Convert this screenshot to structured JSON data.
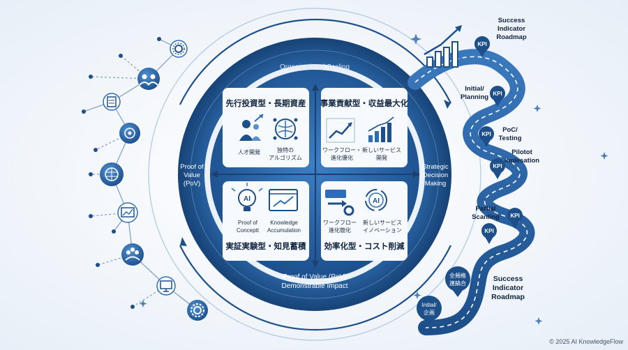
{
  "center": {
    "orbit_top": "Organizational Scaling",
    "orbit_bottom_line1": "Proof of Value (PoV)",
    "orbit_bottom_line2": "Demonstrable Impact",
    "left_axis": [
      "Proof of",
      "Value",
      "(PoV)"
    ],
    "right_axis": [
      "Strategic",
      "Decision",
      "Making"
    ]
  },
  "quadrants": {
    "tl": {
      "title": "先行投資型・長期資産",
      "items": [
        [
          "人才開発"
        ],
        [
          "独特の",
          "アルゴリズム"
        ]
      ]
    },
    "tr": {
      "title": "事業貢献型・収益最大化",
      "items": [
        [
          "ワークフロー・",
          "進化優化"
        ],
        [
          "新しいサービス",
          "開発"
        ]
      ]
    },
    "bl": {
      "title": "実証実験型・知見蓄積",
      "items": [
        [
          "Proof of",
          "Conceptt"
        ],
        [
          "Knowledge",
          "Accumulation"
        ]
      ],
      "ai_badge": "AI"
    },
    "br": {
      "title": "効率化型・コスト削減",
      "items": [
        [
          "ワークフロー",
          "進化簡化"
        ],
        [
          "新しいサービス",
          "イノベーション"
        ]
      ],
      "ai_badge": "AI"
    }
  },
  "roadmap": {
    "top_title": [
      "Success",
      "Indicator",
      "Roadmap"
    ],
    "kpi": "KPI",
    "stages": [
      [
        "Initial/",
        "Planning"
      ],
      [
        "PoC/",
        "Testing"
      ],
      [
        "Pilotot",
        "Inplesation"
      ],
      [
        "Partial",
        "Scanling"
      ]
    ],
    "bottom_title": [
      "Success",
      "Indicator",
      "Roadmap"
    ],
    "pin_full": [
      "全頻格",
      "連縞合"
    ],
    "pin_initial": [
      "Initial/",
      "企画"
    ]
  },
  "network_icons": [
    "gear-icon",
    "people-icon",
    "checklist-icon",
    "target-icon",
    "brain-icon",
    "chart-icon",
    "team-icon",
    "monitor-icon",
    "gear-icon"
  ],
  "footer": "© 2025 AI KnowledgeFlow",
  "colors": {
    "navy": "#1d4f8a",
    "blue": "#2e6db4",
    "light": "#dbe7f5"
  }
}
